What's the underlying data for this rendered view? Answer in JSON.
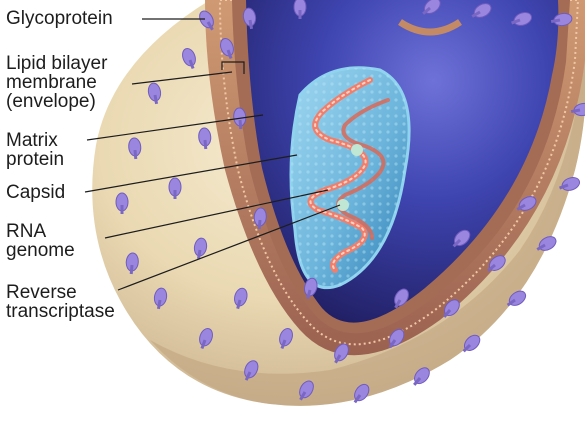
{
  "diagram": {
    "labels": {
      "glycoprotein": "Glycoprotein",
      "lipid_bilayer": "Lipid bilayer\nmembrane\n(envelope)",
      "matrix_protein": "Matrix\nprotein",
      "capsid": "Capsid",
      "rna_genome": "RNA\ngenome",
      "reverse_transcriptase": "Reverse\ntranscriptase"
    },
    "colors": {
      "sphere_surface": "#ead9b2",
      "membrane_outer": "#c48a66",
      "membrane_inner": "#8c5b48",
      "interior": "#3f45b1",
      "glycoprotein": "#9b86df",
      "capsid": "#6db5dc",
      "rna": "#ef7f6c",
      "enzyme": "#bfe7d4",
      "text": "#1d1d1d"
    },
    "icons": {
      "virus": "virus-icon",
      "glycoprotein": "glycoprotein-icon"
    }
  }
}
